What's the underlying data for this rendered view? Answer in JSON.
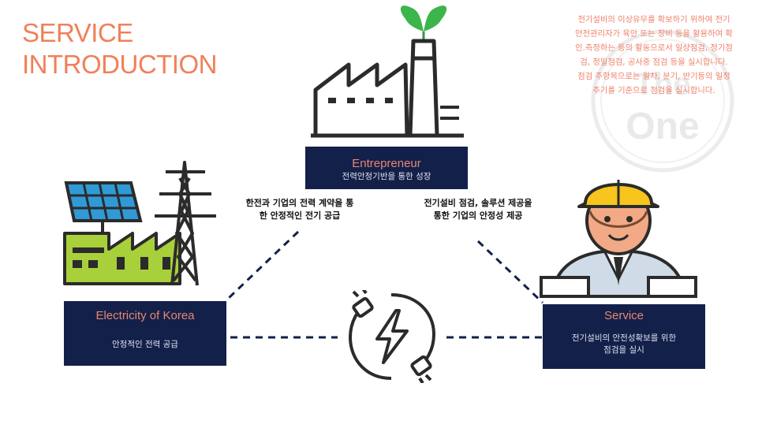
{
  "title": {
    "line1": "SERVICE",
    "line2": "INTRODUCTION"
  },
  "description": {
    "lines": [
      "전기설비의 이상유무를 확보하기 위하여 전기",
      "안전관리자가 육안 또는 장비 등을 활용하여 확",
      "인.측정하는 등의 활동으로서 일상점검, 정기점",
      "검, 정밀점검, 공사중 점검 등을 실시합니다.",
      "점검 주항목으로는 월차, 분기, 반기등의 일정",
      "주기를 기준으로 점검을 실시합니다."
    ]
  },
  "watermark": {
    "line1": "The",
    "line2": "One"
  },
  "nodes": {
    "entrepreneur": {
      "title": "Entrepreneur",
      "subtitle": "전력안정기반을 통한 성장"
    },
    "korea": {
      "title": "Electricity of Korea",
      "subtitle": "안정적인 전력 공급"
    },
    "service": {
      "title": "Service",
      "subtitle_line1": "전기설비의 안전성확보를 위한",
      "subtitle_line2": "점검을 실시"
    }
  },
  "connections": {
    "left": {
      "line1": "한전과 기업의 전력 계약을 통",
      "line2": "한 안정적인 전기 공급"
    },
    "right": {
      "line1": "전기설비 점검, 솔루션 제공을",
      "line2": "통한 기업의 안정성 제공"
    }
  },
  "icons": [
    "factory-icon",
    "solar-tower-icon",
    "engineer-icon",
    "power-plug-cycle-icon"
  ],
  "colors": {
    "accent": "#f0805a",
    "navy": "#13204a",
    "green": "#a8d03a"
  }
}
